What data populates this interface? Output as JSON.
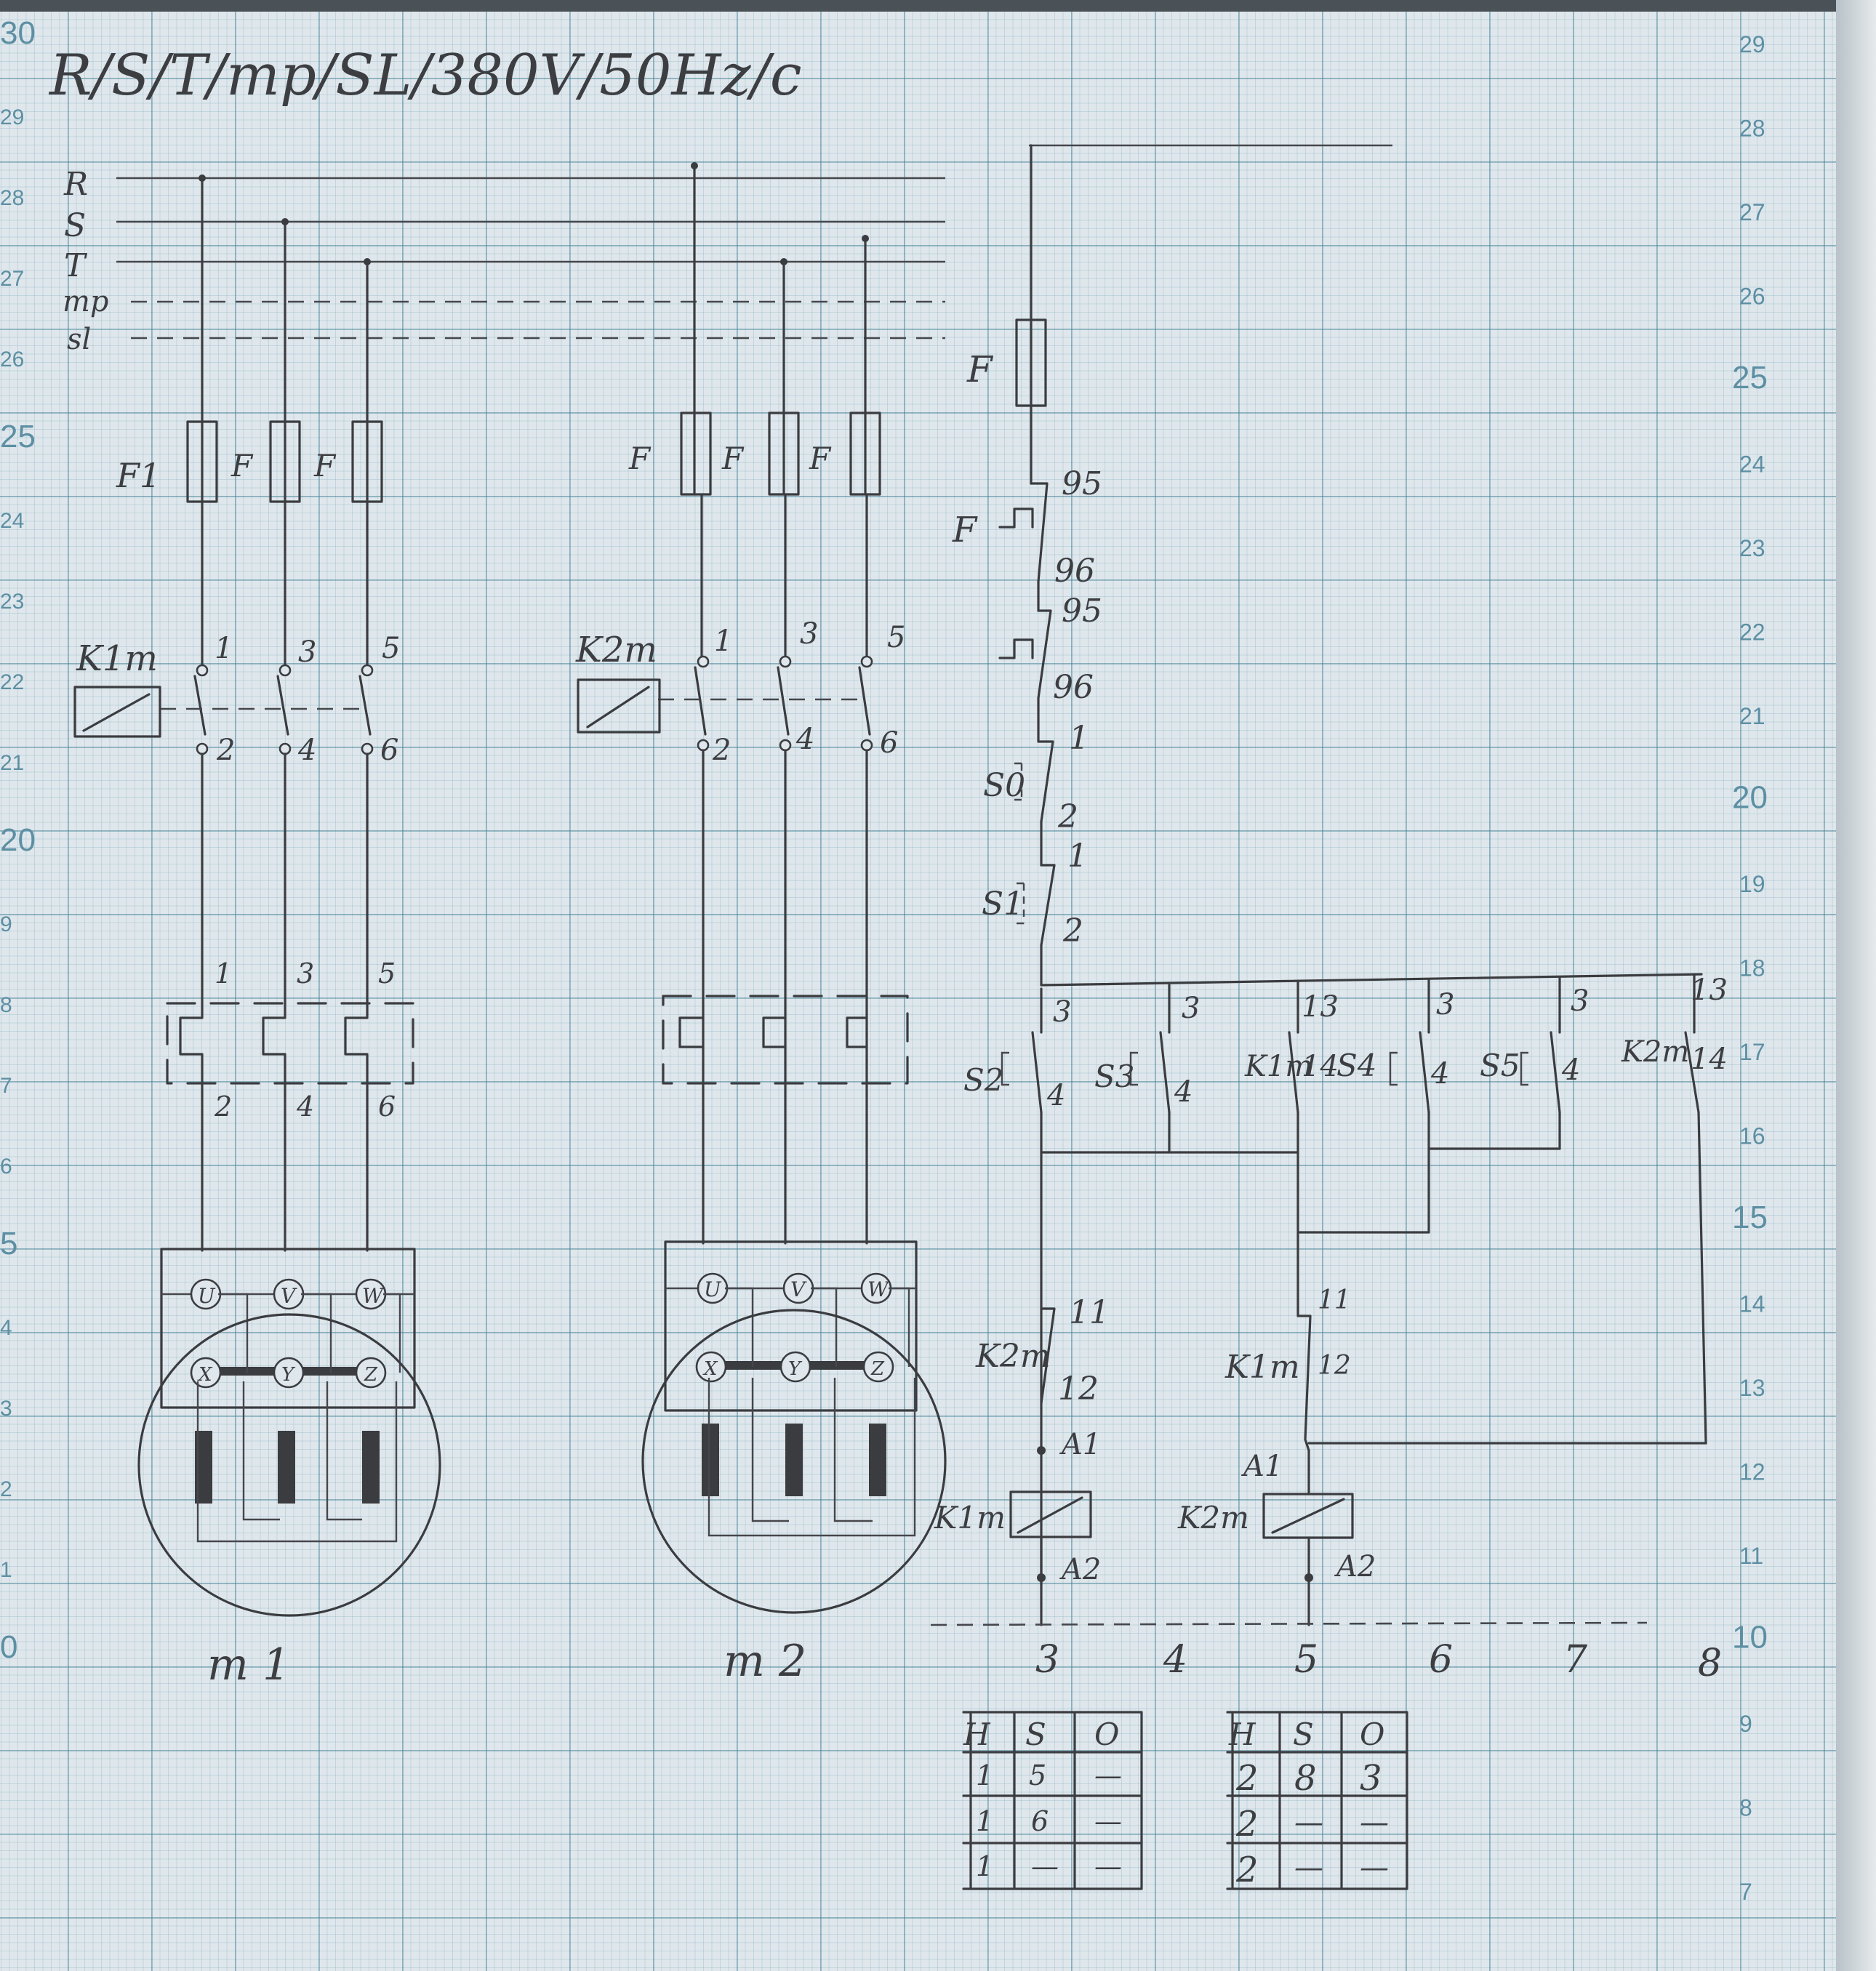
{
  "header": "R/S/T/mp/SL/380V/50Hz/c",
  "bus_labels": [
    "R",
    "S",
    "T",
    "mp",
    "sl"
  ],
  "motor1": {
    "label": "m 1",
    "fuse_labels": [
      "F1",
      "F",
      "F"
    ],
    "contactor_label": "K1m",
    "contact_top": [
      "1",
      "3",
      "5"
    ],
    "contact_bottom": [
      "2",
      "4",
      "6"
    ],
    "relay_top": [
      "1",
      "3",
      "5"
    ],
    "relay_bottom": [
      "2",
      "4",
      "6"
    ],
    "terminals_top": [
      "U",
      "V",
      "W"
    ],
    "terminals_bottom": [
      "X",
      "Y",
      "Z"
    ]
  },
  "motor2": {
    "label": "m 2",
    "fuse_labels": [
      "F",
      "F",
      "F"
    ],
    "contactor_label": "K2m",
    "contact_top": [
      "1",
      "3",
      "5"
    ],
    "contact_bottom": [
      "2",
      "4",
      "6"
    ],
    "terminals_top": [
      "U",
      "V",
      "W"
    ],
    "terminals_bottom": [
      "X",
      "Y",
      "Z"
    ]
  },
  "control": {
    "fuse_label": "F",
    "thermal1": {
      "label": "F",
      "top": "95",
      "bottom": "96"
    },
    "thermal2": {
      "top": "95",
      "bottom": "96"
    },
    "stop0": {
      "label": "S0",
      "top": "1",
      "bottom": "2"
    },
    "stop1": {
      "label": "S1",
      "top": "1",
      "bottom": "2"
    },
    "buttons": [
      {
        "label": "S2",
        "top": "3",
        "bottom": "4"
      },
      {
        "label": "S3",
        "top": "3",
        "bottom": "4"
      },
      {
        "label": "K1m",
        "top": "13",
        "bottom": "14"
      },
      {
        "label": "S4",
        "top": "3",
        "bottom": "4"
      },
      {
        "label": "S5",
        "top": "3",
        "bottom": "4"
      },
      {
        "label": "K2m",
        "top": "13",
        "bottom": "14"
      }
    ],
    "interlock1": {
      "label": "K2m",
      "top": "11",
      "bottom": "12"
    },
    "interlock2": {
      "label": "K1m",
      "top": "11",
      "bottom": "12"
    },
    "coil1": {
      "label": "K1m",
      "a1": "A1",
      "a2": "A2"
    },
    "coil2": {
      "label": "K2m",
      "a1": "A1",
      "a2": "A2"
    },
    "columns": [
      "3",
      "4",
      "5",
      "6",
      "7",
      "8"
    ]
  },
  "tables": [
    {
      "headers": [
        "H",
        "S",
        "O"
      ],
      "rows": [
        [
          "1",
          "5",
          "—"
        ],
        [
          "1",
          "6",
          "—"
        ],
        [
          "1",
          "—",
          "—"
        ]
      ]
    },
    {
      "headers": [
        "H",
        "S",
        "O"
      ],
      "rows": [
        [
          "2",
          "8",
          "3"
        ],
        [
          "2",
          "—",
          "—"
        ],
        [
          "2",
          "—",
          "—"
        ]
      ]
    }
  ],
  "grid_right": [
    "29",
    "28",
    "27",
    "26",
    "25",
    "24",
    "23",
    "22",
    "21",
    "20",
    "19",
    "18",
    "17",
    "16",
    "15",
    "14",
    "13",
    "12",
    "11",
    "10",
    "9",
    "8",
    "7"
  ],
  "grid_left": [
    "30",
    "29",
    "28",
    "27",
    "26",
    "25",
    "24",
    "23",
    "22",
    "21",
    "20",
    "9",
    "8",
    "7",
    "6",
    "5",
    "4",
    "3",
    "2",
    "1",
    "0"
  ]
}
